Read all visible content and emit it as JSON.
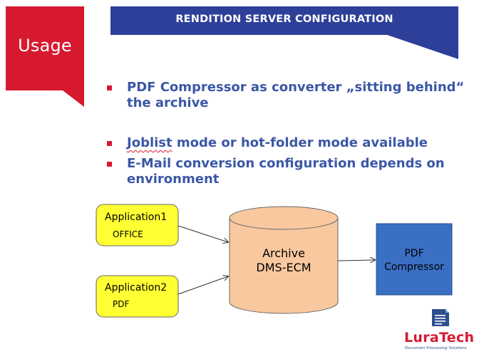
{
  "tag": {
    "label": "Usage"
  },
  "header": {
    "title": "RENDITION SERVER CONFIGURATION"
  },
  "bullets": [
    {
      "text": "PDF Compressor as converter „sitting behind“ the archive"
    },
    {
      "text_underlined": "Joblist",
      "text_rest": " mode or hot-folder mode available"
    },
    {
      "text": "E-Mail conversion configuration depends on environment"
    }
  ],
  "diagram": {
    "app1": {
      "title": "Application1",
      "sub": "OFFICE"
    },
    "app2": {
      "title": "Application2",
      "sub": "PDF"
    },
    "archive": {
      "line1": "Archive",
      "line2": "DMS-ECM"
    },
    "compressor": {
      "line1": "PDF",
      "line2": "Compressor"
    }
  },
  "logo": {
    "name": "LuraTech",
    "tagline": "Document Processing Solutions"
  },
  "colors": {
    "tag_red": "#d6192f",
    "banner_blue": "#2e3f99",
    "bullet_text": "#3b57a6",
    "app_box": "#ffff33",
    "archive_fill": "#f9c89f",
    "compressor_fill": "#3a6fc4"
  }
}
